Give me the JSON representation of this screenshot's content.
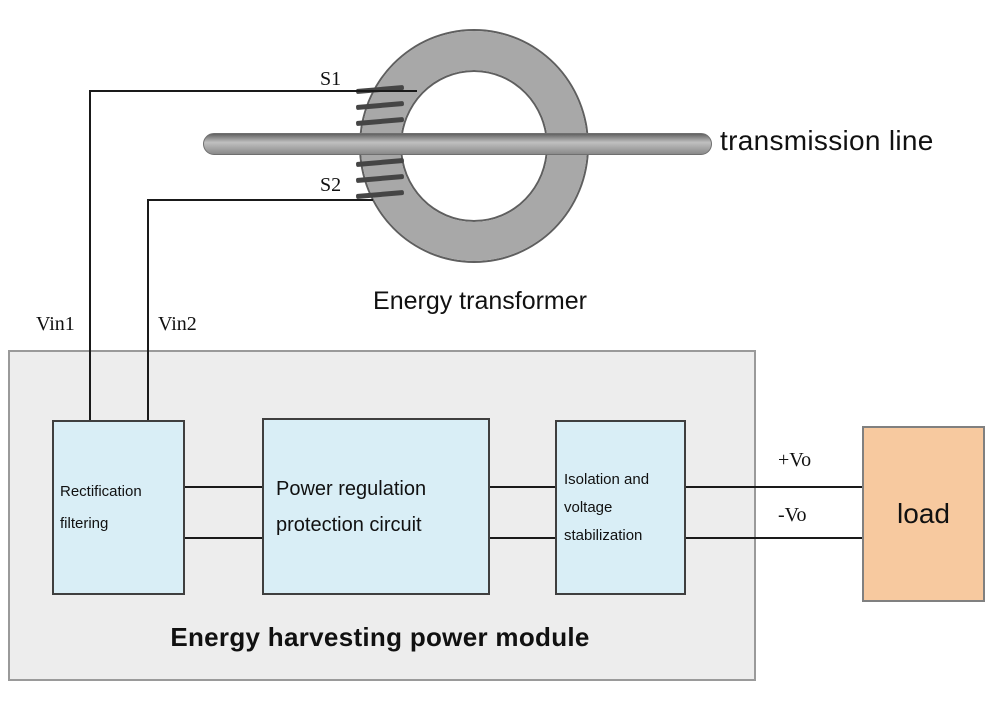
{
  "transformer": {
    "label": "Energy transformer",
    "s1": "S1",
    "s2": "S2"
  },
  "transmission_line": {
    "label": "transmission line"
  },
  "inputs": {
    "vin1": "Vin1",
    "vin2": "Vin2"
  },
  "module": {
    "label": "Energy harvesting power module",
    "blocks": [
      {
        "label": "Rectification filtering"
      },
      {
        "label": "Power regulation protection circuit"
      },
      {
        "label": "Isolation and voltage stabilization"
      }
    ]
  },
  "outputs": {
    "positive": "+Vo",
    "negative": "-Vo"
  },
  "load": {
    "label": "load"
  },
  "colors": {
    "block_fill": "#d9eef6",
    "block_border": "#3f3f3f",
    "module_fill": "#ededed",
    "module_border": "#9a9a9a",
    "load_fill": "#f7c99f",
    "toroid_fill": "#a8a8a8",
    "line_color": "#1a1a1a"
  }
}
